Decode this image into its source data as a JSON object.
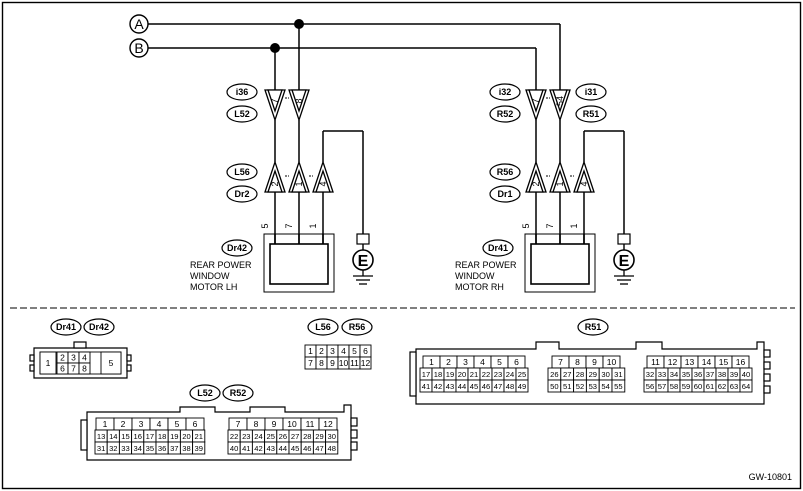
{
  "nodes": [
    "A",
    "B"
  ],
  "left_circuit": {
    "upper_tags": [
      "i36",
      "L52"
    ],
    "upper_pins": [
      "7",
      "8"
    ],
    "lower_tags": [
      "L56",
      "Dr2"
    ],
    "lower_pins": [
      "2",
      "1",
      "4"
    ],
    "motor_pins": [
      "5",
      "7",
      "1"
    ],
    "motor_tag": "Dr42",
    "motor_lines": [
      "REAR POWER",
      "WINDOW",
      "MOTOR LH"
    ],
    "ground_label": "E"
  },
  "right_circuit": {
    "upper_tags_left": [
      "i32",
      "R52"
    ],
    "upper_tags_right": [
      "i31",
      "R51"
    ],
    "upper_pins": [
      "7",
      "54"
    ],
    "lower_tags": [
      "R56",
      "Dr1"
    ],
    "lower_pins": [
      "2",
      "1",
      "4"
    ],
    "motor_pins": [
      "5",
      "7",
      "1"
    ],
    "motor_tag": "Dr41",
    "motor_lines": [
      "REAR POWER",
      "WINDOW",
      "MOTOR RH"
    ],
    "ground_label": "E"
  },
  "connectors": {
    "dr": {
      "tags": [
        "Dr41",
        "Dr42"
      ],
      "row1": [
        "2",
        "3",
        "4"
      ],
      "row2": [
        "6",
        "7",
        "8"
      ],
      "left_pin": "1",
      "right_pin": "5"
    },
    "l56": {
      "tags": [
        "L56",
        "R56"
      ],
      "row1": [
        "1",
        "2",
        "3",
        "4",
        "5",
        "6"
      ],
      "row2": [
        "7",
        "8",
        "9",
        "10",
        "11",
        "12"
      ]
    },
    "l52": {
      "tags": [
        "L52",
        "R52"
      ],
      "left": {
        "row1": [
          "1",
          "2",
          "3",
          "4",
          "5",
          "6"
        ],
        "row2": [
          "13",
          "14",
          "15",
          "16",
          "17",
          "18",
          "19",
          "20",
          "21"
        ],
        "row3": [
          "31",
          "32",
          "33",
          "34",
          "35",
          "36",
          "37",
          "38",
          "39"
        ]
      },
      "right": {
        "row1": [
          "7",
          "8",
          "9",
          "10",
          "11",
          "12"
        ],
        "row2": [
          "22",
          "23",
          "24",
          "25",
          "26",
          "27",
          "28",
          "29",
          "30"
        ],
        "row3": [
          "40",
          "41",
          "42",
          "43",
          "44",
          "45",
          "46",
          "47",
          "48"
        ]
      }
    },
    "r51": {
      "tag": "R51",
      "left": {
        "row1": [
          "1",
          "2",
          "3",
          "4",
          "5",
          "6"
        ],
        "row2": [
          "17",
          "18",
          "19",
          "20",
          "21",
          "22",
          "23",
          "24",
          "25"
        ],
        "row3": [
          "41",
          "42",
          "43",
          "44",
          "45",
          "46",
          "47",
          "48",
          "49"
        ]
      },
      "mid": {
        "row1": [
          "7",
          "8",
          "9",
          "10"
        ],
        "row2": [
          "26",
          "27",
          "28",
          "29",
          "30",
          "31"
        ],
        "row3": [
          "50",
          "51",
          "52",
          "53",
          "54",
          "55"
        ]
      },
      "right": {
        "row1": [
          "11",
          "12",
          "13",
          "14",
          "15",
          "16"
        ],
        "row2": [
          "32",
          "33",
          "34",
          "35",
          "36",
          "37",
          "38",
          "39",
          "40"
        ],
        "row3": [
          "56",
          "57",
          "58",
          "59",
          "60",
          "61",
          "62",
          "63",
          "64"
        ]
      }
    }
  },
  "figure_code": "GW-10801"
}
